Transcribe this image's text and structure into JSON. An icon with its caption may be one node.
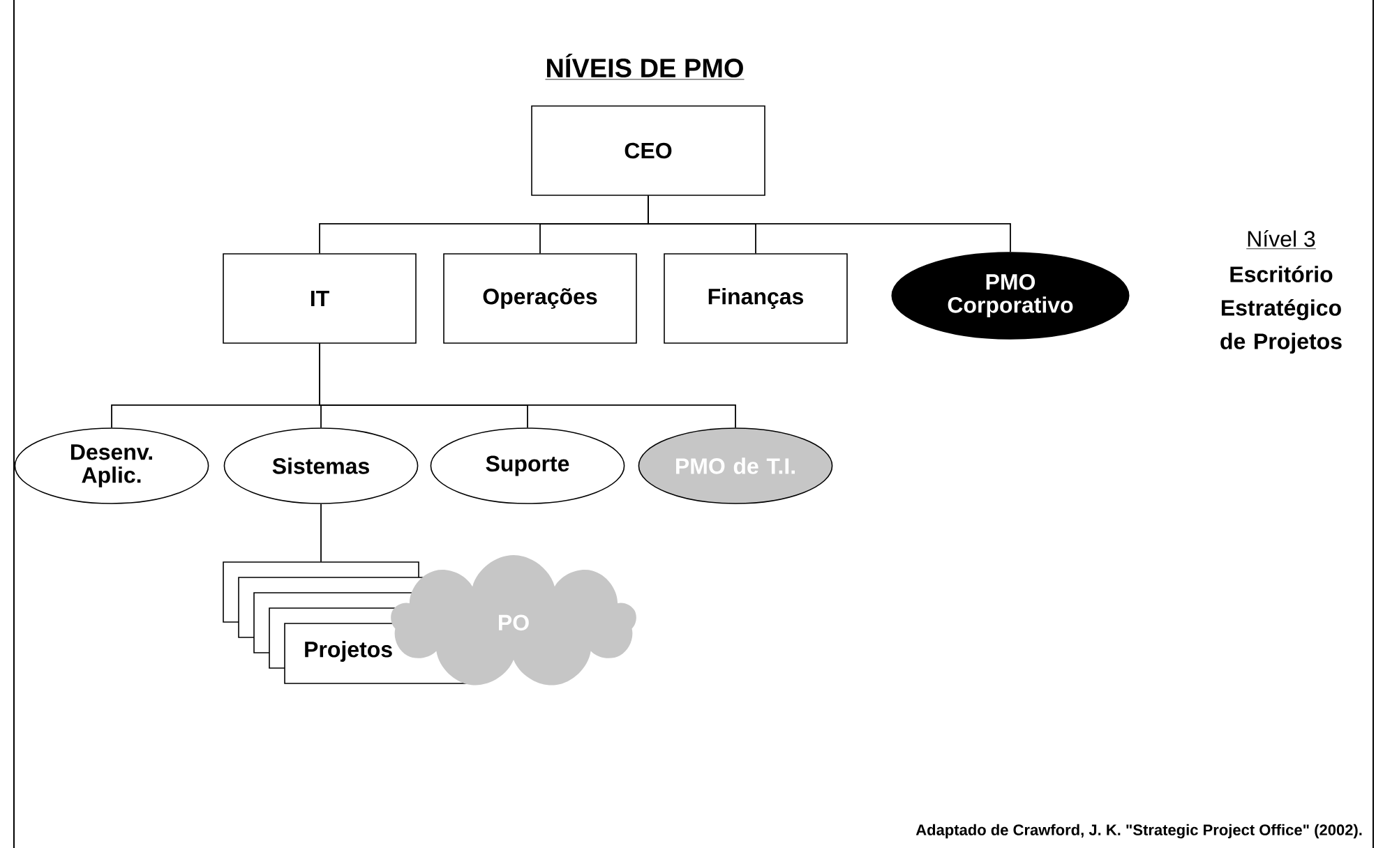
{
  "diagram": {
    "title": "NÍVEIS DE PMO",
    "caption": "Adaptado de Crawford, J. K. \"Strategic Project Office\" (2002).",
    "nodes": [
      {
        "text": [
          "CEO"
        ]
      },
      {
        "text": [
          "IT"
        ]
      },
      {
        "text": [
          "Operações"
        ]
      },
      {
        "text": [
          "Finanças"
        ]
      },
      {
        "text": [
          "PMO Corporativo"
        ]
      },
      {
        "text": [
          "Desenv. Aplic."
        ]
      },
      {
        "text": [
          "Sistemas"
        ]
      },
      {
        "text": [
          "Suporte"
        ]
      },
      {
        "text": [
          "PMO de T.I."
        ]
      },
      {
        "text": [
          "Projetos"
        ]
      },
      {
        "text": [
          "PO"
        ]
      }
    ],
    "edges": [
      {
        "from": 0,
        "to": 1,
        "arrow": "none"
      },
      {
        "from": 0,
        "to": 2,
        "arrow": "none"
      },
      {
        "from": 0,
        "to": 3,
        "arrow": "none"
      },
      {
        "from": 0,
        "to": 4,
        "arrow": "none"
      },
      {
        "from": 1,
        "to": 5,
        "arrow": "none"
      },
      {
        "from": 1,
        "to": 6,
        "arrow": "none"
      },
      {
        "from": 1,
        "to": 7,
        "arrow": "none"
      },
      {
        "from": 1,
        "to": 8,
        "arrow": "none"
      },
      {
        "from": 6,
        "to": 9,
        "arrow": "none"
      }
    ],
    "labels": [
      "Nível 3",
      "Escritório Estratégico de Projetos"
    ]
  }
}
